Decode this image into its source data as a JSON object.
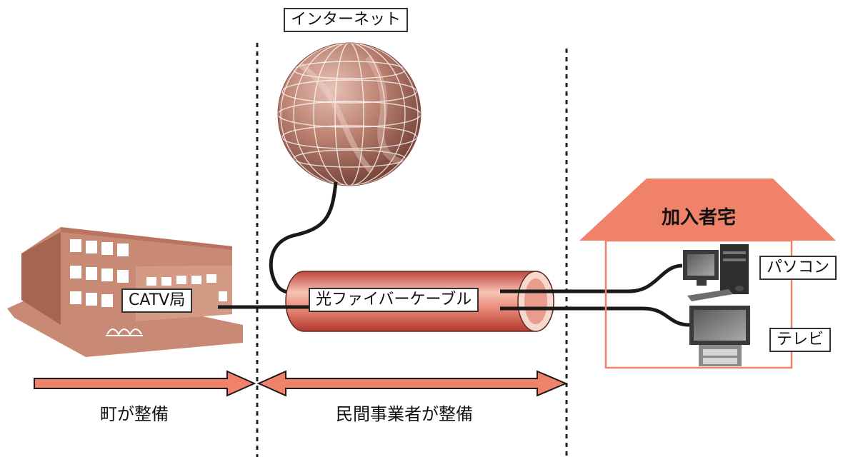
{
  "labels": {
    "internet": "インターネット",
    "catv_station": "CATV局",
    "fiber_cable": "光ファイバーケーブル",
    "subscriber_home": "加入者宅",
    "pc": "パソコン",
    "tv": "テレビ",
    "town_maintained": "町が整備",
    "private_maintained": "民間事業者が整備"
  },
  "colors": {
    "accent": "#f0826a",
    "building": "#c98a75",
    "globe": "#b37565",
    "cable": "#1a1a1a",
    "outline": "#333333"
  },
  "icons": [
    "building-icon",
    "globe-icon",
    "computer-icon",
    "television-icon",
    "house-roof-icon"
  ]
}
